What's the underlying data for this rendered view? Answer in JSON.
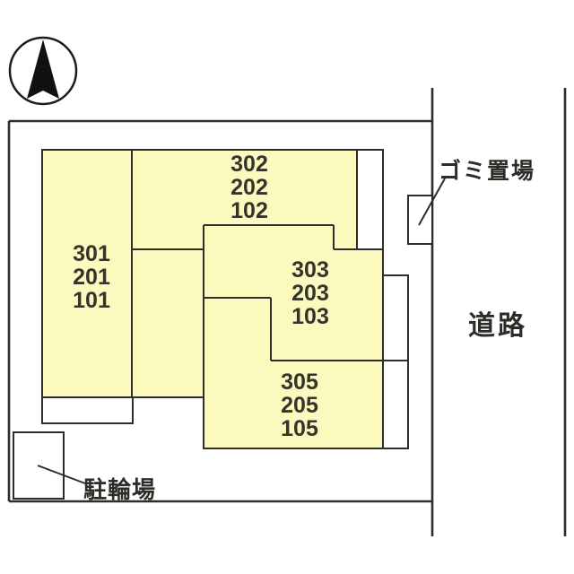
{
  "drawing": {
    "type": "building-site-plan",
    "labels": {
      "garbage": "ゴミ置場",
      "road": "道路",
      "bicycle": "駐輪場"
    },
    "units": [
      {
        "id": "unit-301",
        "lines": [
          "301",
          "201",
          "101"
        ]
      },
      {
        "id": "unit-302",
        "lines": [
          "302",
          "202",
          "102"
        ]
      },
      {
        "id": "unit-303",
        "lines": [
          "303",
          "203",
          "103"
        ]
      },
      {
        "id": "unit-305",
        "lines": [
          "305",
          "205",
          "105"
        ]
      }
    ],
    "colors": {
      "building_fill": "#FBF9BE",
      "line": "#2d2d2d",
      "background": "#ffffff",
      "text": "#34342c",
      "compass_fill": "#111111"
    }
  }
}
